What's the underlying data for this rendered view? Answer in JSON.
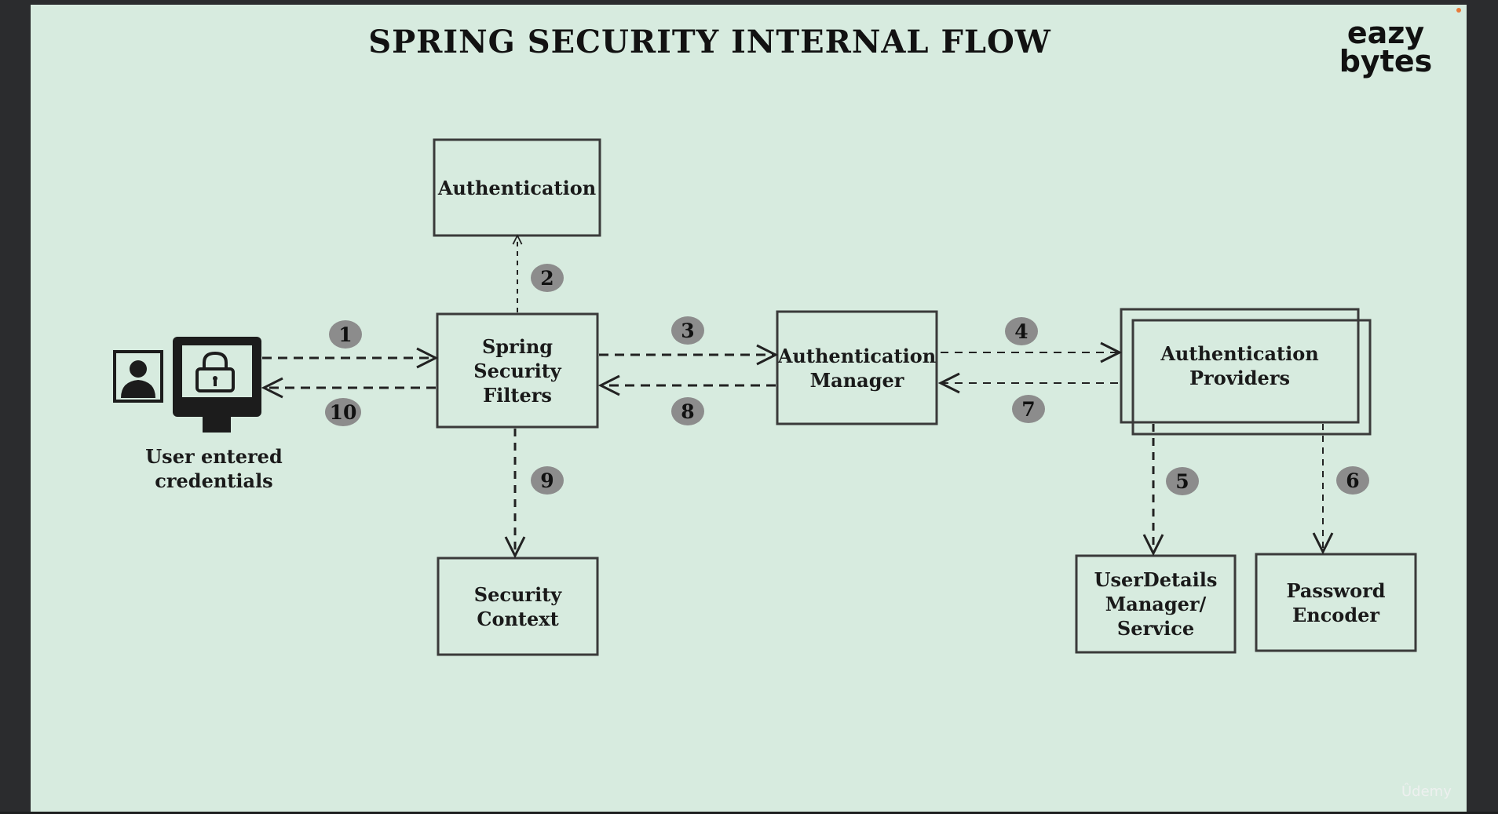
{
  "title": "SPRING SECURITY INTERNAL FLOW",
  "logo": {
    "line1": "eazy",
    "line2": "bytes"
  },
  "boxes": {
    "authentication": "Authentication",
    "filters": "Spring Security\nFilters",
    "manager": "Authentication\nManager",
    "providers": "Authentication\nProviders",
    "security_context": "Security\nContext",
    "user_details": "UserDetails\nManager/\nService",
    "password_encoder": "Password\nEncoder"
  },
  "user": {
    "caption": "User entered\ncredentials",
    "icons": [
      "user-avatar-icon",
      "lock-monitor-icon"
    ]
  },
  "steps": [
    "1",
    "2",
    "3",
    "4",
    "5",
    "6",
    "7",
    "8",
    "9",
    "10"
  ],
  "watermark": "Ûdemy",
  "colors": {
    "slide_bg": "#d7ebdf",
    "frame_bg": "#2b2c2e",
    "stroke": "#3a3a3a",
    "badge": "#8c8c8c"
  }
}
